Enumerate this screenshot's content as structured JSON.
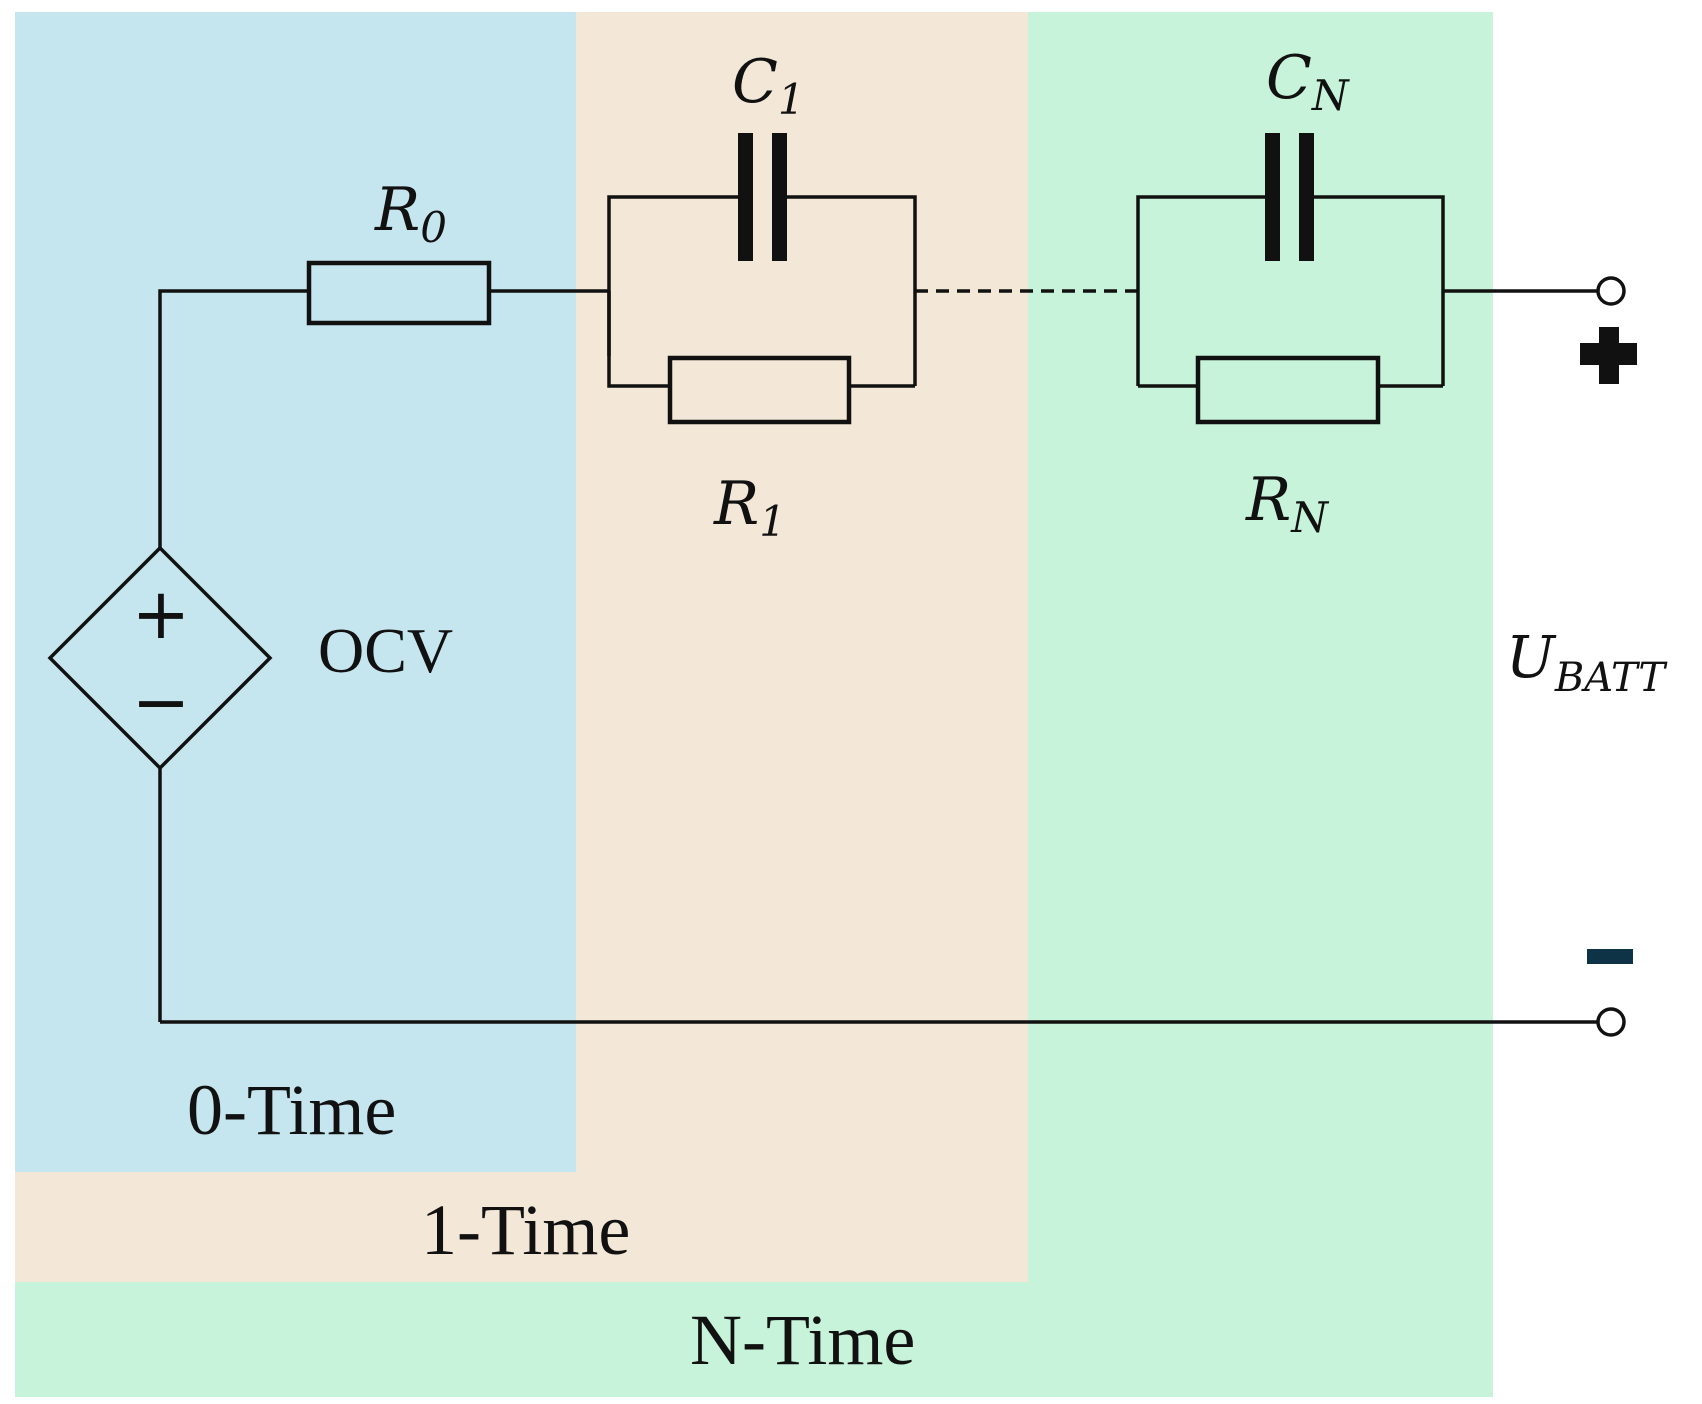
{
  "colors": {
    "region_0": "#c5e6ee",
    "region_1": "#f3e8d8",
    "region_n": "#c6f3d9",
    "wire": "#111111",
    "minus_sign": "#0e3346"
  },
  "regions": {
    "zero_time": "0-Time",
    "one_time": "1-Time",
    "n_time": "N-Time"
  },
  "components": {
    "r0": {
      "symbol": "R",
      "sub": "0"
    },
    "c1": {
      "symbol": "C",
      "sub": "1"
    },
    "r1": {
      "symbol": "R",
      "sub": "1"
    },
    "cn": {
      "symbol": "C",
      "sub": "N"
    },
    "rn": {
      "symbol": "R",
      "sub": "N"
    },
    "source": {
      "label": "OCV",
      "plus": "+",
      "minus": "−"
    }
  },
  "output": {
    "symbol": "U",
    "sub": "BATT",
    "positive": "✚",
    "negative": "▬"
  }
}
